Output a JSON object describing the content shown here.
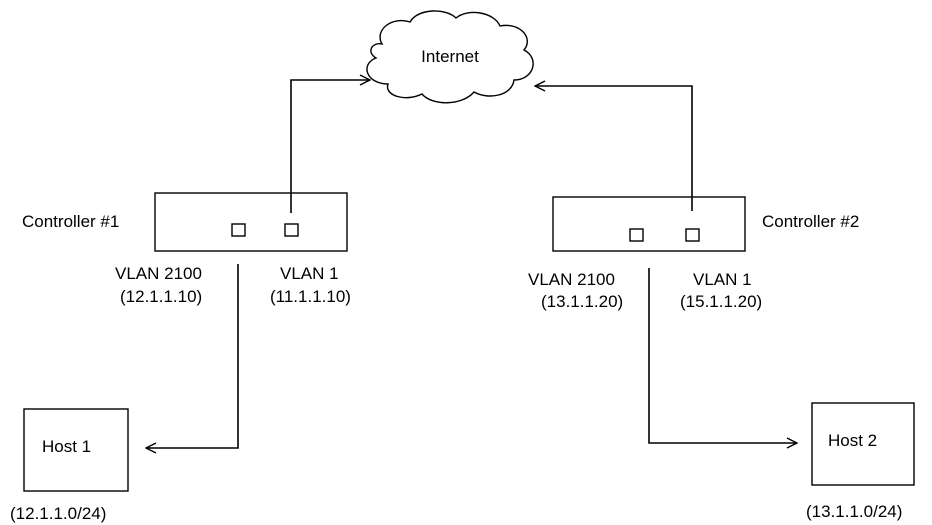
{
  "diagram": {
    "internet": {
      "label": "Internet"
    },
    "controller1": {
      "label": "Controller #1",
      "vlan_a": {
        "name": "VLAN 2100",
        "ip": "(12.1.1.10)"
      },
      "vlan_b": {
        "name": "VLAN 1",
        "ip": "(11.1.1.10)"
      }
    },
    "controller2": {
      "label": "Controller #2",
      "vlan_a": {
        "name": "VLAN 2100",
        "ip": "(13.1.1.20)"
      },
      "vlan_b": {
        "name": "VLAN 1",
        "ip": "(15.1.1.20)"
      }
    },
    "host1": {
      "label": "Host 1",
      "subnet": "(12.1.1.0/24)"
    },
    "host2": {
      "label": "Host 2",
      "subnet": "(13.1.1.0/24)"
    }
  }
}
